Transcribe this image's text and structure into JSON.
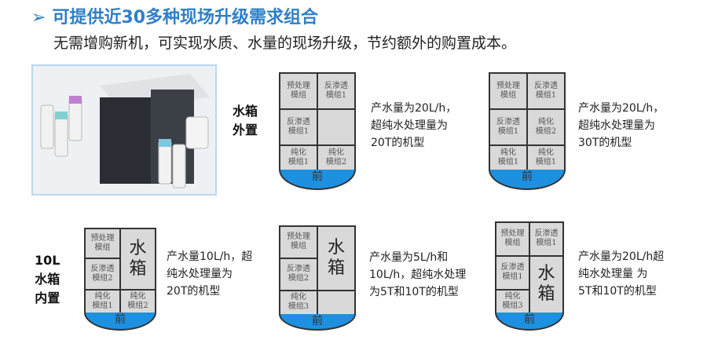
{
  "header": {
    "arrow": "➢",
    "title": "可提供近30多种现场升级需求组合",
    "subtitle": "无需增购新机，可实现水质、水量的现场升级，节约额外的购置成本。"
  },
  "labels": {
    "external": "水箱\n外置",
    "internal": "10L\n水箱\n内置"
  },
  "front": "前",
  "configs": [
    {
      "cells": [
        "预处理\n模组",
        "反渗透\n模组1",
        "反渗透\n模组1",
        "",
        "纯化\n模组1",
        "纯化\n模组2"
      ],
      "desc": "产水量为20L/h，\n超纯水处理量为\n20T的机型"
    },
    {
      "cells": [
        "预处理\n模组",
        "反渗透\n模组1",
        "反渗透\n模组1",
        "纯化\n模组2",
        "纯化\n模组1",
        "纯化\n模组1"
      ],
      "desc": "产水量为20L/h，\n超纯水处理量为\n30T的机型"
    },
    {
      "cells": [
        "预处理\n模组",
        "水\n箱",
        "反渗透\n模组2",
        "纯化\n模组1",
        "纯化\n模组2"
      ],
      "desc": "产水量10L/h，超\n纯水处理量为\n20T的机型"
    },
    {
      "cells": [
        "预处理\n模组",
        "水\n箱",
        "反渗透\n模组2",
        "纯化\n模组3",
        ""
      ],
      "desc": " 产水量为5L/h和\n10L/h，超纯水处理\n为5T和10T的机型"
    },
    {
      "cells": [
        "预处理\n模组",
        "反渗透\n模组1",
        "反渗透\n模组1",
        "水\n箱",
        "纯化\n模组3"
      ],
      "desc": "产水量为20L/h超\n纯水处理量 为\n5T和10T的机型"
    }
  ]
}
